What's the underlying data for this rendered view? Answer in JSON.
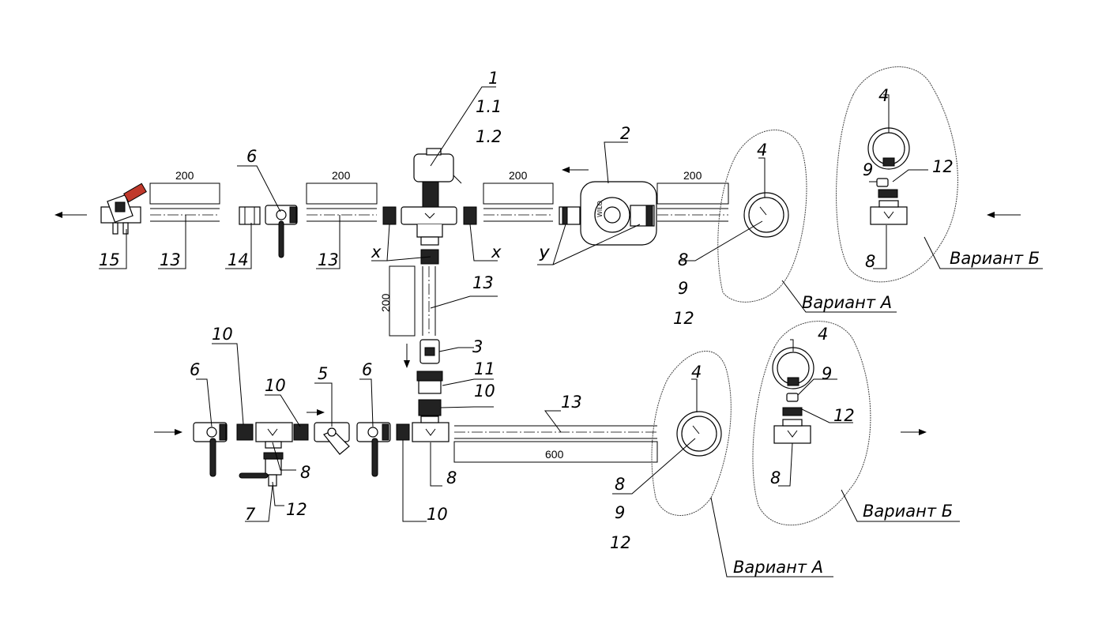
{
  "labels": {
    "item_1": "1",
    "item_1_1": "1.1",
    "item_1_2": "1.2",
    "item_2": "2",
    "item_6_top": "6",
    "item_15": "15",
    "item_13_a": "13",
    "item_14": "14",
    "item_13_b": "13",
    "x_left": "x",
    "x_right": "x",
    "y_pump": "У",
    "va_top_4": "4",
    "va_top_8": "8",
    "va_top_9": "9",
    "va_top_12": "12",
    "va_top_title": "Вариант А",
    "vb_top_4": "4",
    "vb_top_9": "9",
    "vb_top_12": "12",
    "vb_top_8": "8",
    "vb_top_title": "Вариант Б",
    "item_13_c": "13",
    "item_3": "3",
    "item_11": "11",
    "item_10_a": "10",
    "item_6_b1": "6",
    "item_10_b1": "10",
    "item_10_b2": "10",
    "item_5": "5",
    "item_6_b2": "6",
    "item_13_d": "13",
    "item_8_b1": "8",
    "item_8_b2": "8",
    "item_7": "7",
    "item_12_b": "12",
    "item_10_b3": "10",
    "va_bot_4": "4",
    "va_bot_8": "8",
    "va_bot_9": "9",
    "va_bot_12": "12",
    "va_bot_title": "Вариант А",
    "vb_bot_4": "4",
    "vb_bot_9": "9",
    "vb_bot_12": "12",
    "vb_bot_8": "8",
    "vb_bot_title": "Вариант Б"
  },
  "dimensions": {
    "d1": "200",
    "d2": "200",
    "d3": "200",
    "d4": "200",
    "d_vertical": "200",
    "d_bottom": "600"
  },
  "pump_brand": "WILO"
}
